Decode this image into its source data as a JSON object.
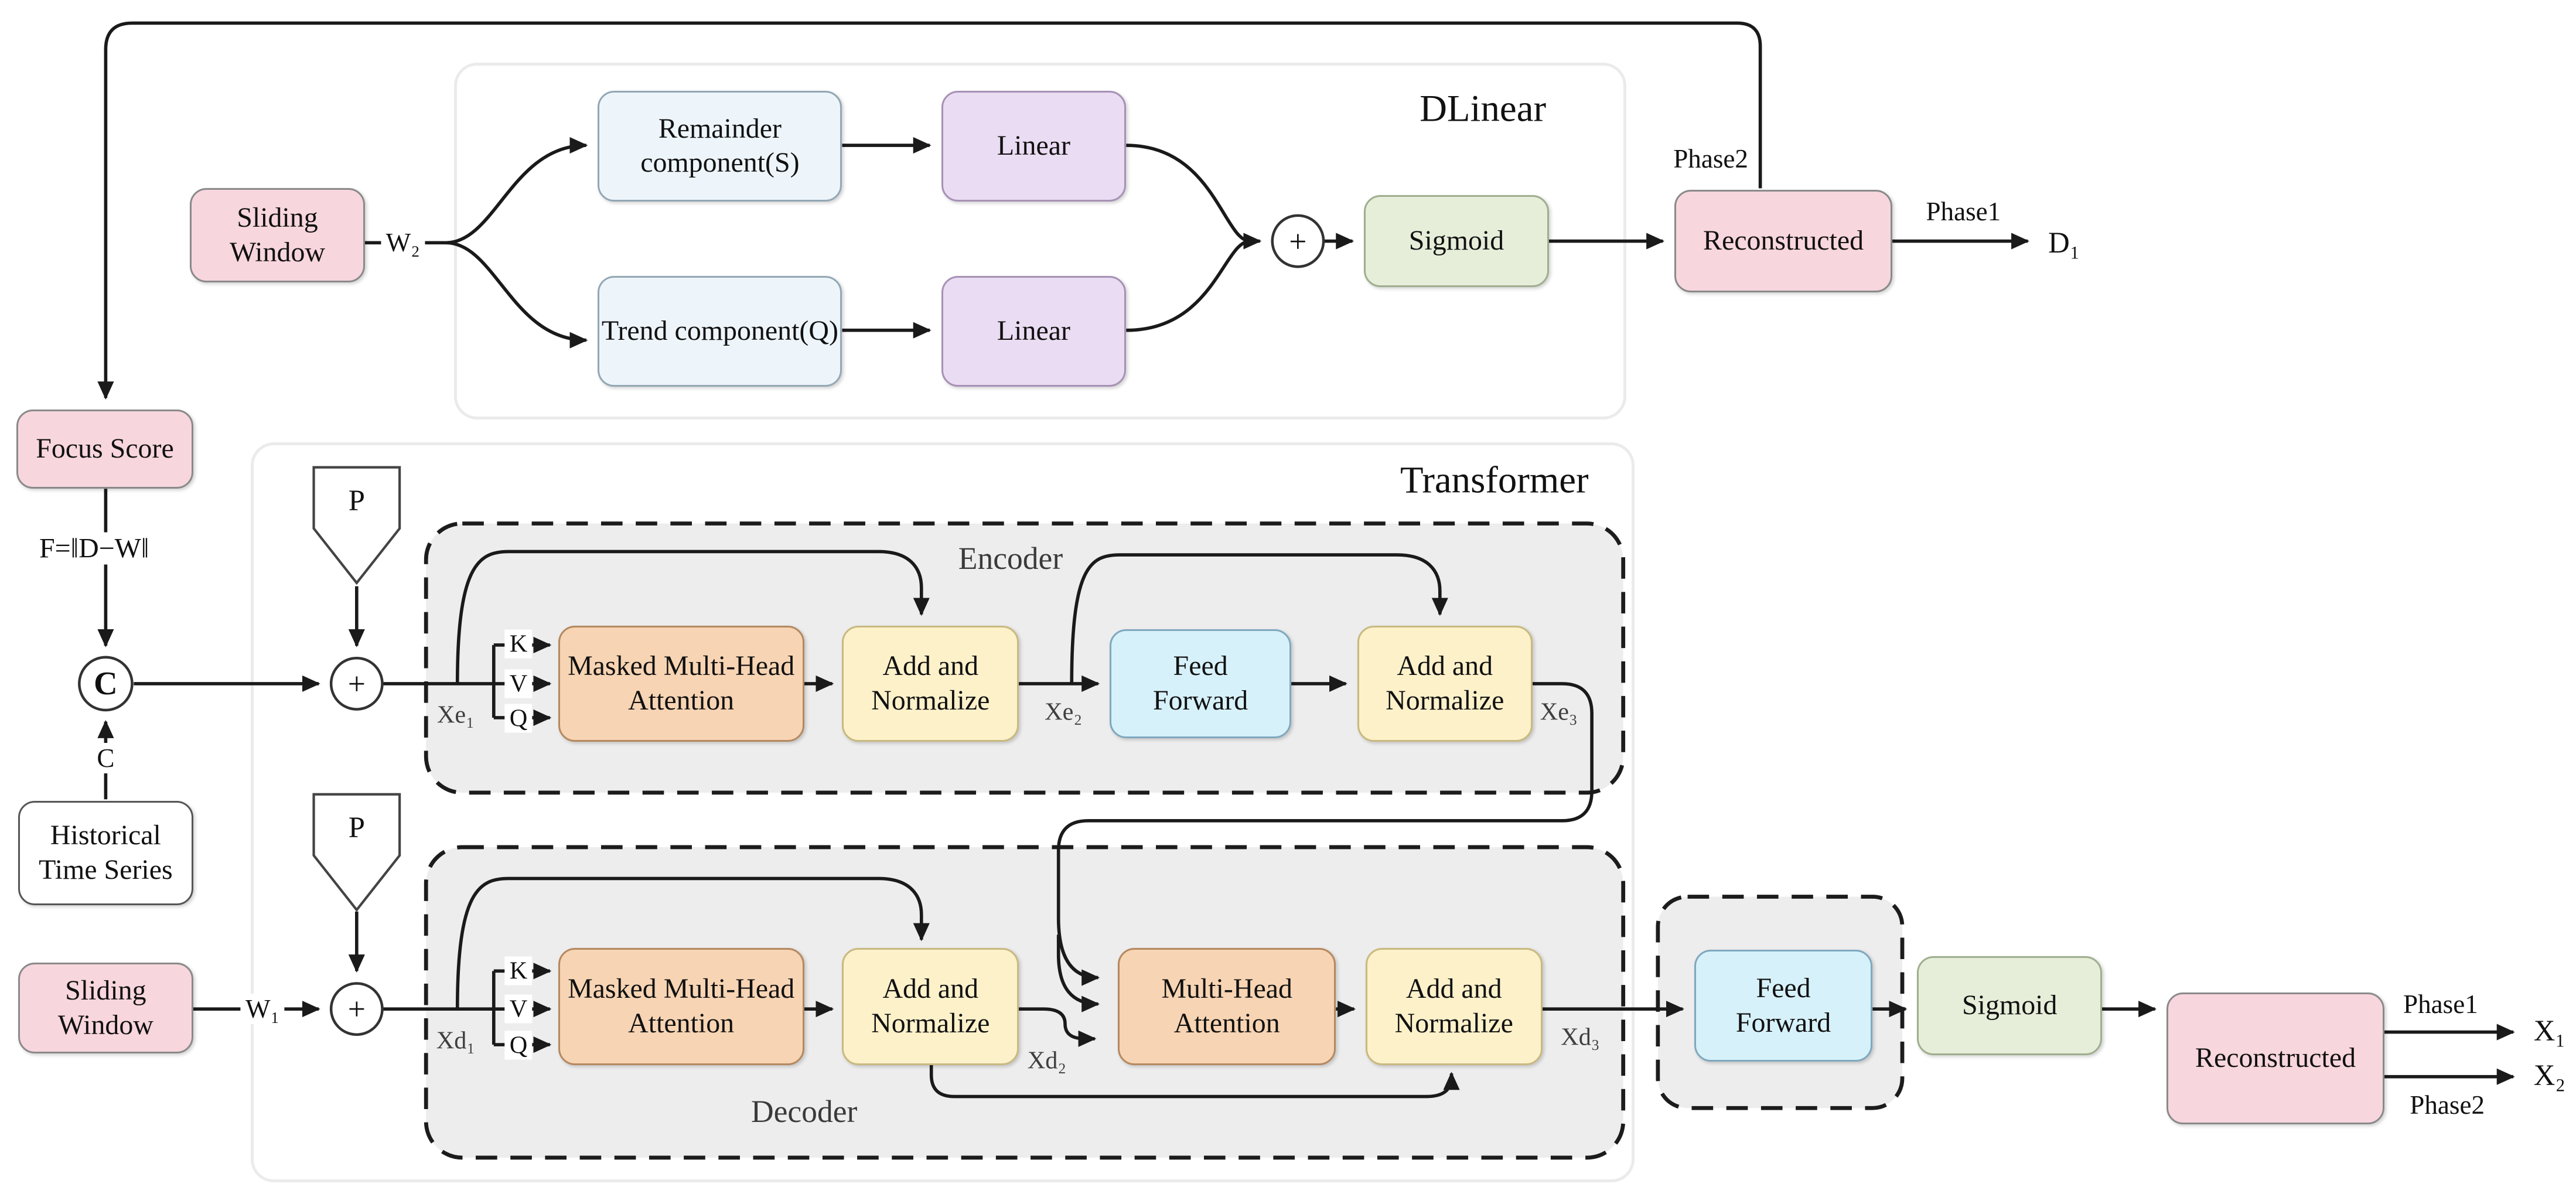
{
  "colors": {
    "pink": "#f8d6dd",
    "pale_blue": "#edf5fb",
    "lavender": "#eadcf2",
    "green": "#e6eed9",
    "peach": "#f7d4b3",
    "yellow": "#fdf1ca",
    "cyan": "#d7f1fa",
    "dashed_fill": "#ededed",
    "line": "#1a1a1a"
  },
  "dlinear": {
    "title": "DLinear",
    "sliding_window": "Sliding Window",
    "w2": "W₂",
    "remainder": "Remainder component(S)",
    "trend": "Trend component(Q)",
    "linear_top": "Linear",
    "linear_bottom": "Linear",
    "sigmoid": "Sigmoid",
    "reconstructed": "Reconstructed",
    "phase2": "Phase2",
    "phase1": "Phase1",
    "d1": "D₁"
  },
  "left_column": {
    "focus_score": "Focus Score",
    "formula": "F=‖D−W‖",
    "concat_symbol": "C",
    "c_label": "C",
    "historical": "Historical Time Series",
    "sliding_window": "Sliding Window",
    "w1": "W₁"
  },
  "symbols": {
    "plus": "+",
    "p": "P"
  },
  "transformer": {
    "title": "Transformer",
    "encoder": {
      "label": "Encoder",
      "k": "K",
      "v": "V",
      "q": "Q",
      "xe1": "Xe₁",
      "xe2": "Xe₂",
      "xe3": "Xe₃",
      "masked_mha": "Masked Multi-Head Attention",
      "addnorm1": "Add and Normalize",
      "feed_forward": "Feed Forward",
      "addnorm2": "Add and Normalize"
    },
    "decoder": {
      "label": "Decoder",
      "k": "K",
      "v": "V",
      "q": "Q",
      "xd1": "Xd₁",
      "xd2": "Xd₂",
      "xd3": "Xd₃",
      "masked_mha": "Masked Multi-Head Attention",
      "addnorm1": "Add and Normalize",
      "mha": "Multi-Head Attention",
      "addnorm2": "Add and Normalize"
    }
  },
  "output_stage": {
    "feed_forward": "Feed Forward",
    "sigmoid": "Sigmoid",
    "reconstructed": "Reconstructed",
    "phase1": "Phase1",
    "phase2": "Phase2",
    "x1": "X₁",
    "x2": "X₂"
  }
}
